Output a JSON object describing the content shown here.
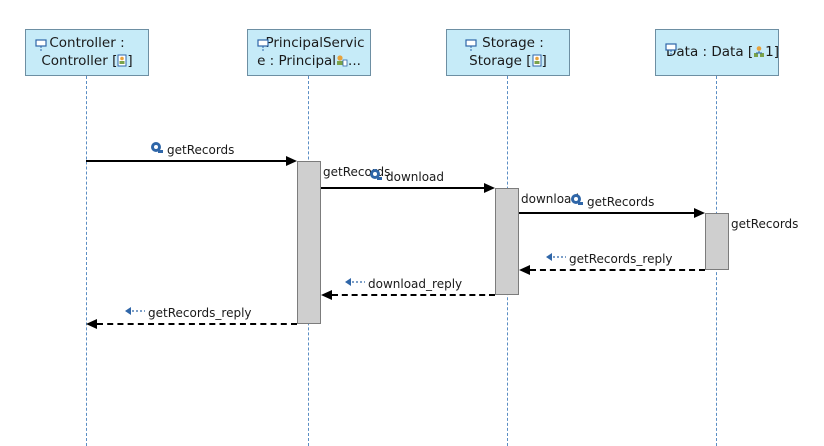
{
  "lifelines": [
    {
      "id": "controller",
      "line1": "Controller :",
      "line2": "Controller [",
      "line2_suffix": "]"
    },
    {
      "id": "principal",
      "line1": "PrincipalServic",
      "line2": "e : Principal",
      "line2_suffix": "..."
    },
    {
      "id": "storage",
      "line1": "Storage :",
      "line2": "Storage [",
      "line2_suffix": "]"
    },
    {
      "id": "data",
      "line1": "Data : Data [",
      "line1_suffix": "1]"
    }
  ],
  "messages": [
    {
      "id": "m1",
      "label": "getRecords",
      "kind": "call"
    },
    {
      "id": "m2",
      "label": "download",
      "kind": "call"
    },
    {
      "id": "m3",
      "label": "getRecords",
      "kind": "call"
    },
    {
      "id": "m4",
      "label": "getRecords_reply",
      "kind": "reply"
    },
    {
      "id": "m5",
      "label": "download_reply",
      "kind": "reply"
    },
    {
      "id": "m6",
      "label": "getRecords_reply",
      "kind": "reply"
    }
  ],
  "executions": [
    {
      "id": "e1",
      "label": "getRecords"
    },
    {
      "id": "e2",
      "label": "download"
    },
    {
      "id": "e3",
      "label": "getRecords"
    }
  ],
  "colors": {
    "lifeline_fill": "#c6ebf8",
    "lifeline_border": "#6d8fa3",
    "lifeline_dash": "#5b8ec4",
    "activation_fill": "#cfcfcf",
    "arrow": "#000000",
    "icon_blue": "#2f66a8"
  },
  "icons": {
    "lifeline_pin": "lifeline-pin-icon",
    "instance": "instance-icon",
    "call": "call-gear-icon",
    "reply": "reply-arrow-icon"
  }
}
